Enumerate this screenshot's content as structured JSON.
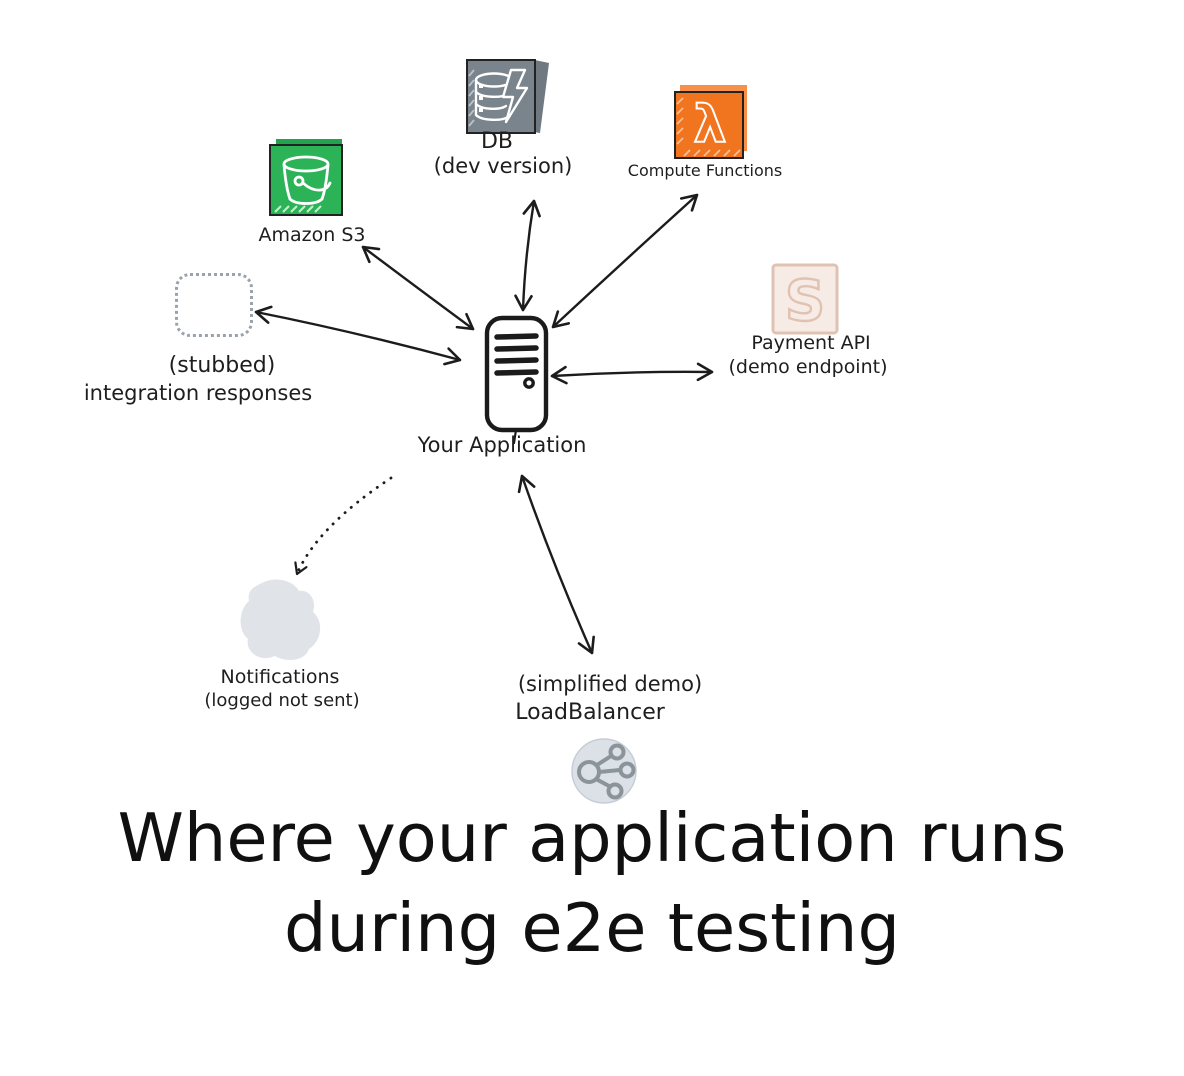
{
  "title": {
    "line1": "Where your application runs",
    "line2": "during e2e testing"
  },
  "colors": {
    "ink": "#1c1c1c",
    "s3_green": "#2cb357",
    "db_gray": "#7a848c",
    "lambda_orange": "#f1741f",
    "payment_bg": "#f7ece5",
    "payment_accent": "#e0c2b2",
    "muted_gray": "#e0e4e9"
  },
  "icons": {
    "lambda_glyph": "λ",
    "payment_glyph": "S"
  },
  "nodes": {
    "s3": {
      "label": "Amazon S3"
    },
    "db": {
      "name": "DB",
      "variant": "(dev version)"
    },
    "compute": {
      "label": "Compute Functions"
    },
    "payment": {
      "name": "Payment API",
      "variant": "(demo endpoint)"
    },
    "stub": {
      "line1": "(stubbed)",
      "line2": "integration responses"
    },
    "app": {
      "label": "Your Application"
    },
    "notifications": {
      "line1": "Notifications",
      "line2": "(logged not sent)"
    },
    "loadbalancer": {
      "line1": "(simplified demo)",
      "line2": "LoadBalancer"
    }
  }
}
